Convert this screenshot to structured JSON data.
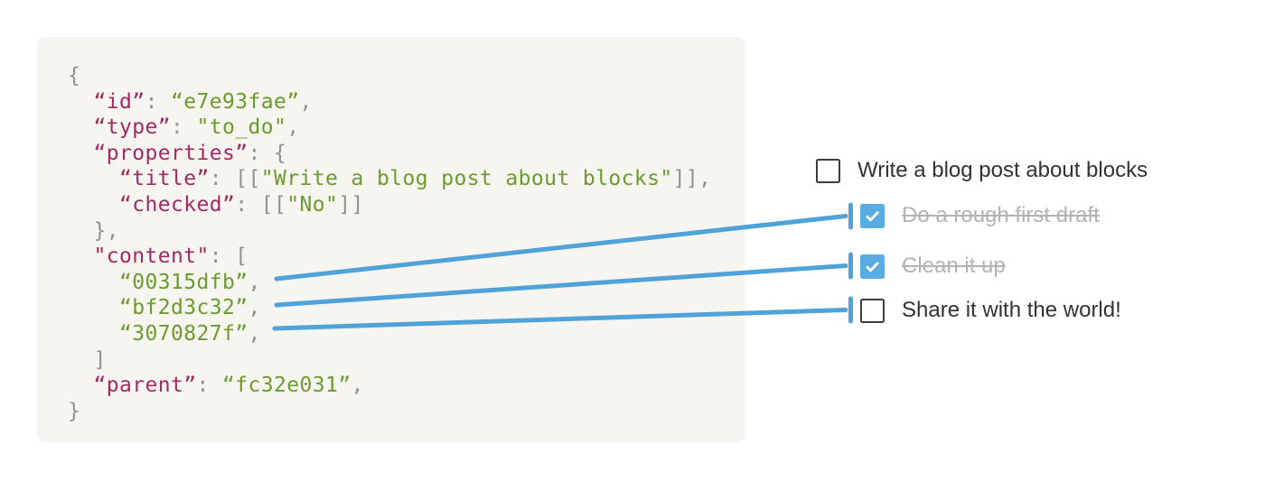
{
  "colors": {
    "key": "#a12a63",
    "string": "#6b9b2f",
    "punct": "#8f9193",
    "connector": "#4fa3d8",
    "checkbox_checked": "#58ace0",
    "text": "#34322e",
    "done_text": "#b5b3b0",
    "panel_bg": "#f7f5f0",
    "checkbox_border": "#3e3d3a"
  },
  "code": {
    "lines": [
      {
        "segments": [
          {
            "c": "punct",
            "t": "{"
          }
        ]
      },
      {
        "segments": [
          {
            "c": "punct",
            "t": "  "
          },
          {
            "c": "key",
            "t": "“id”"
          },
          {
            "c": "punct",
            "t": ": "
          },
          {
            "c": "str",
            "t": "“e7e93fae”"
          },
          {
            "c": "punct",
            "t": ","
          }
        ]
      },
      {
        "segments": [
          {
            "c": "punct",
            "t": "  "
          },
          {
            "c": "key",
            "t": "“type”"
          },
          {
            "c": "punct",
            "t": ": "
          },
          {
            "c": "str",
            "t": "\"to_do\""
          },
          {
            "c": "punct",
            "t": ","
          }
        ]
      },
      {
        "segments": [
          {
            "c": "punct",
            "t": "  "
          },
          {
            "c": "key",
            "t": "“properties”"
          },
          {
            "c": "punct",
            "t": ": {"
          }
        ]
      },
      {
        "segments": [
          {
            "c": "punct",
            "t": "    "
          },
          {
            "c": "key",
            "t": "“title”"
          },
          {
            "c": "punct",
            "t": ": [["
          },
          {
            "c": "str",
            "t": "\"Write a blog post about blocks\""
          },
          {
            "c": "punct",
            "t": "]],"
          }
        ]
      },
      {
        "segments": [
          {
            "c": "punct",
            "t": "    "
          },
          {
            "c": "key",
            "t": "“checked”"
          },
          {
            "c": "punct",
            "t": ": [["
          },
          {
            "c": "str",
            "t": "\"No\""
          },
          {
            "c": "punct",
            "t": "]]"
          }
        ]
      },
      {
        "segments": [
          {
            "c": "punct",
            "t": "  },"
          }
        ]
      },
      {
        "segments": [
          {
            "c": "punct",
            "t": "  "
          },
          {
            "c": "key",
            "t": "\"content\""
          },
          {
            "c": "punct",
            "t": ": ["
          }
        ]
      },
      {
        "segments": [
          {
            "c": "punct",
            "t": "    "
          },
          {
            "c": "str",
            "t": "“00315dfb”"
          },
          {
            "c": "punct",
            "t": ","
          }
        ]
      },
      {
        "segments": [
          {
            "c": "punct",
            "t": "    "
          },
          {
            "c": "str",
            "t": "“bf2d3c32”"
          },
          {
            "c": "punct",
            "t": ","
          }
        ]
      },
      {
        "segments": [
          {
            "c": "punct",
            "t": "    "
          },
          {
            "c": "str",
            "t": "“3070827f”"
          },
          {
            "c": "punct",
            "t": ","
          }
        ]
      },
      {
        "segments": [
          {
            "c": "punct",
            "t": "  ]"
          }
        ]
      },
      {
        "segments": [
          {
            "c": "punct",
            "t": "  "
          },
          {
            "c": "key",
            "t": "“parent”"
          },
          {
            "c": "punct",
            "t": ": "
          },
          {
            "c": "str",
            "t": "“fc32e031”"
          },
          {
            "c": "punct",
            "t": ","
          }
        ]
      },
      {
        "segments": [
          {
            "c": "punct",
            "t": "}"
          }
        ]
      }
    ]
  },
  "checklist": {
    "items": [
      {
        "label": "Write a blog post about blocks",
        "checked": false
      },
      {
        "label": "Do a rough first draft",
        "checked": true
      },
      {
        "label": "Clean it up",
        "checked": true
      },
      {
        "label": "Share it with the world!",
        "checked": false
      }
    ]
  },
  "icons": {
    "checkmark": "check-icon"
  }
}
